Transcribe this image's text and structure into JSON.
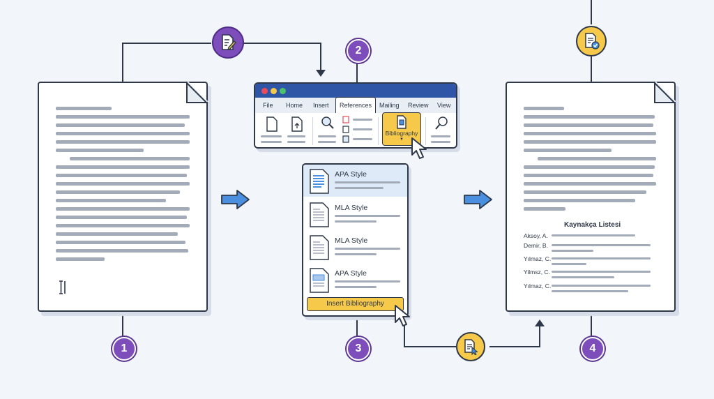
{
  "steps": [
    "1",
    "2",
    "3",
    "4"
  ],
  "ribbon": {
    "tabs": [
      "File",
      "Home",
      "Insert",
      "References",
      "Mailing",
      "Review",
      "View"
    ],
    "active_tab": "References",
    "bibliography_label": "Bibliography"
  },
  "citation_styles": [
    {
      "label": "APA Style",
      "selected": true
    },
    {
      "label": "MLA Style",
      "selected": false
    },
    {
      "label": "MLA Style",
      "selected": false
    },
    {
      "label": "APA Style",
      "selected": false
    }
  ],
  "insert_button_label": "Insert Bibliography",
  "bibliography": {
    "title": "Kaynakça Listesi",
    "authors": [
      "Aksoy, A.",
      "Demir, B.",
      "Yılmaz, C.",
      "Yilmsz, C.",
      "Yılmaz, C."
    ]
  },
  "colors": {
    "purple": "#7c4dbb",
    "yellow": "#f6c94a",
    "blue": "#2f56a6",
    "arrow_blue": "#4a8fe0",
    "outline": "#2e3848"
  },
  "icons": [
    "edit-document-icon",
    "document-check-icon",
    "document-cursor-icon",
    "arrow-right-icon",
    "mouse-cursor-icon",
    "text-cursor-icon"
  ]
}
